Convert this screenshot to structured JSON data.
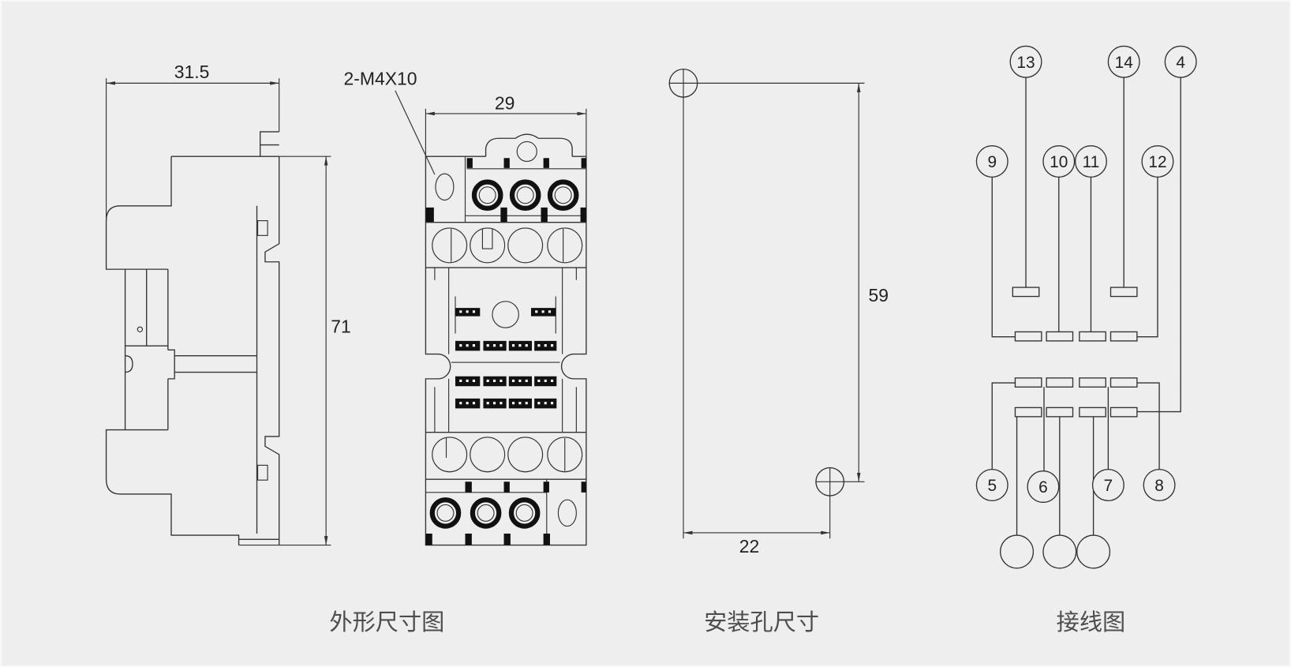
{
  "outline": {
    "caption": "外形尺寸图",
    "side_width": "31.5",
    "side_height": "71",
    "screw_callout": "2-M4X10",
    "front_width": "29"
  },
  "mounting": {
    "caption": "安装孔尺寸",
    "hole_spacing_vertical": "59",
    "hole_spacing_horizontal": "22"
  },
  "wiring": {
    "caption": "接线图",
    "terminals": [
      "13",
      "14",
      "4",
      "9",
      "10",
      "11",
      "12",
      "5",
      "6",
      "7",
      "8"
    ]
  },
  "colors": {
    "background": "#eeeeee",
    "line": "#333333",
    "text": "#222222",
    "caption": "#4d4d4d"
  }
}
